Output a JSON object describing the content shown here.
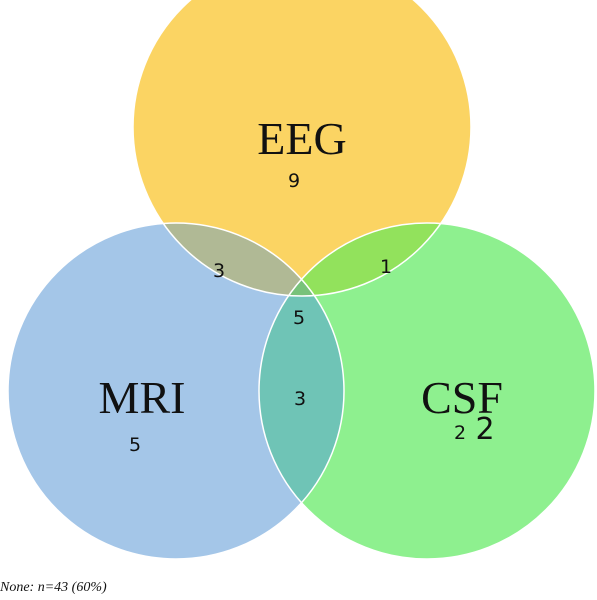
{
  "sets": [
    {
      "id": "eeg",
      "label": "EEG",
      "color": "#fbd463"
    },
    {
      "id": "mri",
      "label": "MRI",
      "color": "#a4c6e8"
    },
    {
      "id": "csf",
      "label": "CSF",
      "color": "#8ef08f"
    }
  ],
  "regions": {
    "eeg_only": "9",
    "mri_only": "5",
    "csf_only": "2",
    "csf_only_large": "2",
    "eeg_mri": "3",
    "eeg_csf": "1",
    "mri_csf": "3",
    "all_three": "5"
  },
  "colors": {
    "eeg_mri": "#b0b995",
    "eeg_csf": "#92e25c",
    "mri_csf": "#6fc4b6",
    "all_three": "#78c27a",
    "outline": "#ffffff"
  },
  "footnote": "None: n=43 (60%)"
}
